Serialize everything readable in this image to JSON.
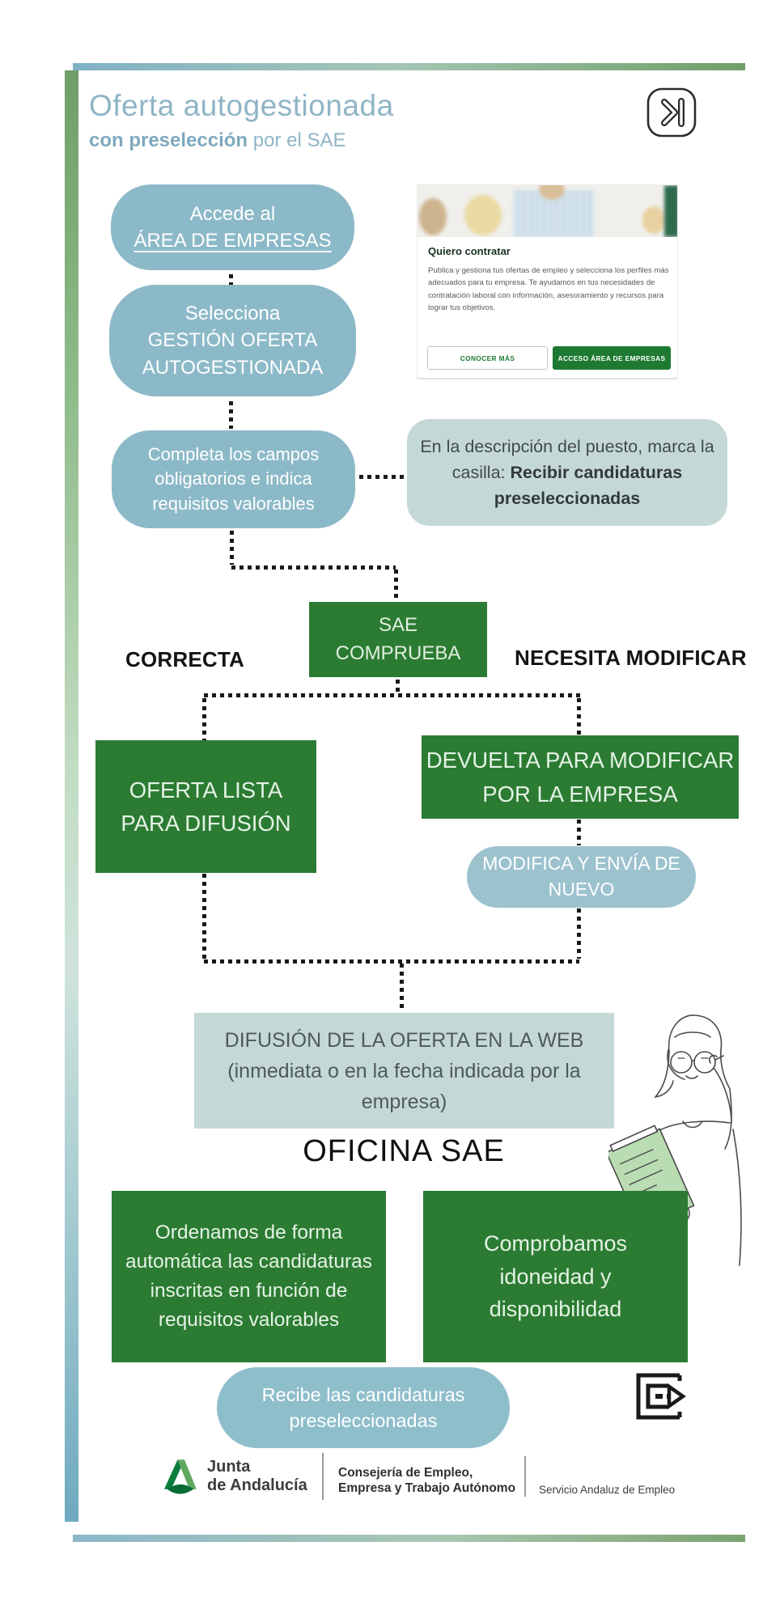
{
  "header": {
    "title": "Oferta autogestionada",
    "subtitle_bold": "con preselección",
    "subtitle_rest": " por el SAE"
  },
  "steps": [
    {
      "lines": [
        "Accede al",
        "ÁREA DE EMPRESAS"
      ]
    },
    {
      "lines": [
        "Selecciona",
        "GESTIÓN OFERTA",
        "AUTOGESTIONADA"
      ]
    },
    {
      "lines": [
        "Completa los campos",
        "obligatorios e indica",
        "requisitos valorables"
      ]
    }
  ],
  "website_card": {
    "heading": "Quiero contratar",
    "body": "Publica y gestiona tus ofertas de empleo y selecciona los perfiles más adecuados para tu empresa. Te ayudamos en tus necesidades de contratación laboral con información, asesoramiento y recursos para lograr tus objetivos.",
    "button_outline": "CONOCER MÁS",
    "button_solid": "ACCESO ÁREA DE EMPRESAS"
  },
  "note": {
    "prefix": "En la descripción del puesto, marca la casilla: ",
    "bold": "Recibir candidaturas preseleccionadas"
  },
  "decision": {
    "check_lines": [
      "SAE",
      "COMPRUEBA"
    ],
    "left_label": "CORRECTA",
    "right_label": "NECESITA MODIFICAR",
    "left_box_lines": [
      "OFERTA LISTA",
      "PARA DIFUSIÓN"
    ],
    "right_box_lines": [
      "DEVUELTA PARA MODIFICAR",
      "POR LA EMPRESA"
    ],
    "retry_lines": [
      "MODIFICA Y ENVÍA DE",
      "NUEVO"
    ]
  },
  "difusion_lines": [
    "DIFUSIÓN DE LA OFERTA EN LA WEB",
    "(inmediata o en la fecha indicada por la",
    "empresa)"
  ],
  "oficina": {
    "title": "OFICINA SAE",
    "left_box": "Ordenamos de forma automática las candidaturas inscritas en función de requisitos valorables",
    "right_box_lines": [
      "Comprobamos",
      "idoneidad y",
      "disponibilidad"
    ]
  },
  "result_pill_lines": [
    "Recibe las candidaturas",
    "preseleccionadas"
  ],
  "footer": {
    "brand_line1": "Junta",
    "brand_line2": "de Andalucía",
    "dept_line1": "Consejería de Empleo,",
    "dept_line2": "Empresa y Trabajo Autónomo",
    "service": "Servicio Andaluz de Empleo"
  },
  "colors": {
    "brand_green": "#2C7B33",
    "button_green": "#1E7A33",
    "pill_blue": "#8CB9C8",
    "pill_blue_light": "#9CC2CE",
    "panel_teal": "#C5D8D8",
    "title_blue": "#8FB5C6",
    "dots_black": "#1A1A1A"
  }
}
